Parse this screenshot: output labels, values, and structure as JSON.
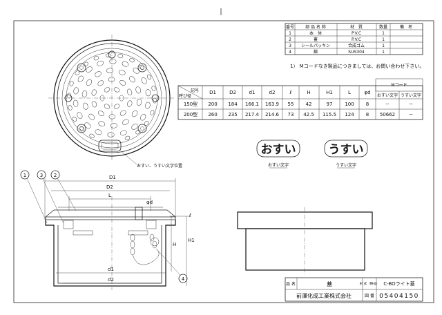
{
  "parts_table": {
    "headers": [
      "番号",
      "部 品 名 称",
      "材　質",
      "数量",
      "備　考"
    ],
    "rows": [
      [
        "1",
        "本　体",
        "P.V.C",
        "1",
        ""
      ],
      [
        "2",
        "蓋",
        "P.V.C",
        "1",
        ""
      ],
      [
        "3",
        "シールパッキン",
        "合成ゴム",
        "1",
        ""
      ],
      [
        "4",
        "鎖",
        "SUS304",
        "1",
        ""
      ]
    ]
  },
  "note": "1） Mコードなき製品につきましては、お問い合わせ下さい。",
  "dim_table": {
    "corner_top": "記号",
    "corner_bottom": "呼び径",
    "headers": [
      "D1",
      "D2",
      "d1",
      "d2",
      "ℓ",
      "H",
      "H1",
      "L",
      "φd"
    ],
    "m_code_header": "Mコード",
    "m_code_sub": [
      "おすい文字",
      "うすい文字"
    ],
    "rows": [
      [
        "150型",
        "200",
        "184",
        "166.1",
        "163.9",
        "55",
        "42",
        "97",
        "100",
        "8",
        "－",
        "－"
      ],
      [
        "200型",
        "260",
        "235",
        "217.4",
        "214.6",
        "73",
        "42.5",
        "115.5",
        "124",
        "8",
        "50662",
        "－"
      ]
    ]
  },
  "labels": {
    "plate_note": "おすい、うすい文字位置",
    "osui": "おすい",
    "osui_caption": "おすい文字",
    "usui": "うすい",
    "usui_caption": "うすい文字"
  },
  "dimensions": {
    "D1": "D1",
    "D2": "D2",
    "L": "L",
    "phi_d": "φd",
    "d1": "d1",
    "d2": "d2",
    "H": "H",
    "H1": "H1",
    "ell": "ℓ"
  },
  "balloons": [
    "1",
    "3",
    "2",
    "4"
  ],
  "title_block": {
    "name_label": "品 名",
    "name_value": "蓋",
    "model_label": "形 式（略号）",
    "model_value": "C-BOライト蓋",
    "company": "前澤化成工業株式会社",
    "drawing_label": "図 番",
    "drawing_no": "05404150"
  }
}
